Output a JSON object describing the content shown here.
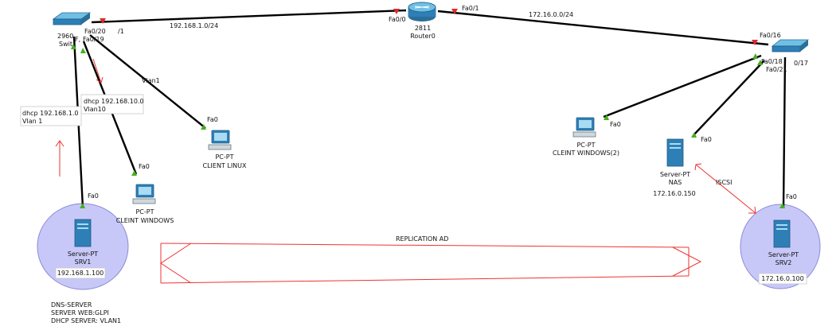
{
  "colors": {
    "link": "#000000",
    "port_up": "#44b020",
    "port_down": "#e02828",
    "annotation": "#ee3333",
    "server_zone": "#c8c8f8"
  },
  "devices": {
    "switch_left": {
      "icon": "switch-icon",
      "model": "2960",
      "name": "Swit"
    },
    "router": {
      "icon": "router-icon",
      "model": "2811",
      "name": "Router0"
    },
    "switch_right": {
      "icon": "switch-icon"
    },
    "client_linux": {
      "icon": "pc-icon",
      "type": "PC-PT",
      "name": "CLIENT LINUX"
    },
    "client_windows": {
      "icon": "pc-icon",
      "type": "PC-PT",
      "name": "CLEINT WINDOWS"
    },
    "client_windows2": {
      "icon": "pc-icon",
      "type": "PC-PT",
      "name": "CLEINT WINDOWS(2)"
    },
    "nas": {
      "icon": "server-icon",
      "type": "Server-PT",
      "name": "NAS",
      "ip": "172.16.0.150"
    },
    "srv1": {
      "icon": "server-icon",
      "type": "Server-PT",
      "name": "SRV1",
      "ip": "192.168.1.100"
    },
    "srv2": {
      "icon": "server-icon",
      "type": "Server-PT",
      "name": "SRV2",
      "ip": "172.16.0.100"
    }
  },
  "ports": {
    "sw1_fa020": "Fa0/20",
    "sw1_fa019": "Fa0/19",
    "sw1_partial_1": "/1",
    "sw1_partial_f": "F,",
    "r_fa00": "Fa0/0",
    "r_fa01": "Fa0/1",
    "sw2_fa016": "Fa0/16",
    "sw2_fa018": "Fa0/18",
    "sw2_partial_017": "0/17",
    "sw2_fa021": "Fa0/21",
    "linux_fa0": "Fa0",
    "win_fa0": "Fa0",
    "win2_fa0": "Fa0",
    "nas_fa0": "Fa0",
    "srv1_fa0": "Fa0",
    "srv2_fa0": "Fa0"
  },
  "networks": {
    "lan1": "192.168.1.0/24",
    "lan2": "172.16.0.0/24",
    "vlan1_label": "Vlan1"
  },
  "notes": {
    "dhcp_vlan1_line1": "dhcp 192.168.1.0",
    "dhcp_vlan1_line2": "Vlan 1",
    "dhcp_vlan10_line1": "dhcp 192.168.10.0",
    "dhcp_vlan10_line2": "Vlan10",
    "replication": "REPLICATION AD",
    "iscsi": "ISCSI",
    "srv1_role1": "DNS-SERVER",
    "srv1_role2": "SERVER WEB:GLPI",
    "srv1_role3": "DHCP SERVER: VLAN1"
  }
}
